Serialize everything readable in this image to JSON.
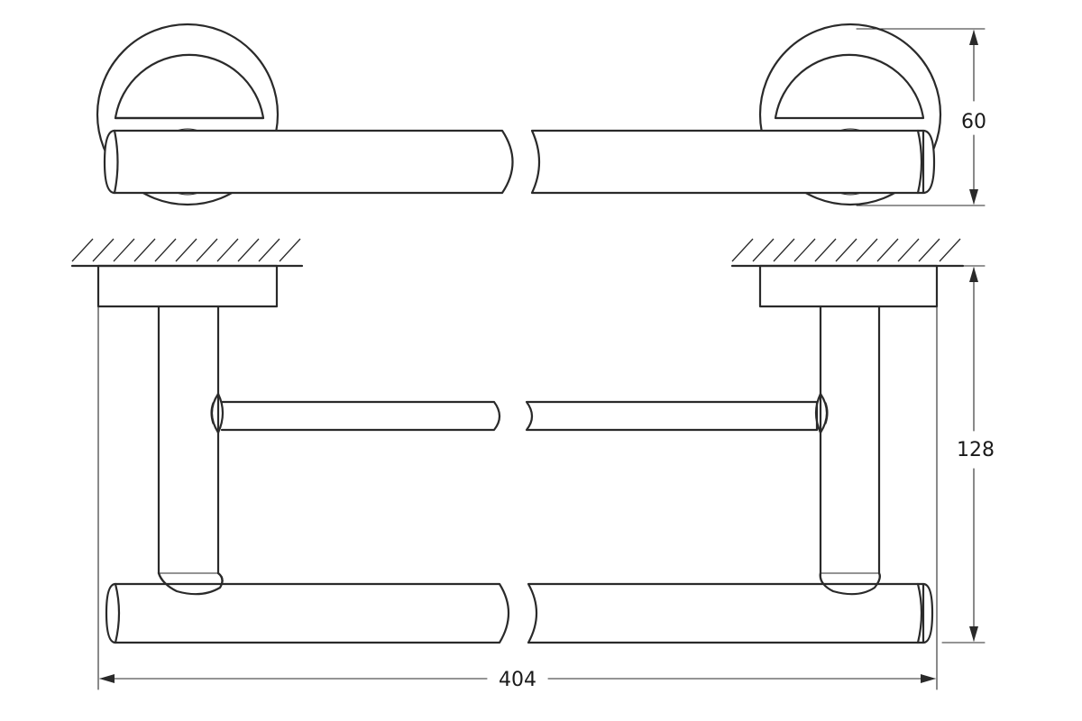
{
  "dimensions": {
    "depth": "60",
    "height": "128",
    "width": "404"
  },
  "colors": {
    "line": "#2a2a2a",
    "background": "#ffffff"
  }
}
